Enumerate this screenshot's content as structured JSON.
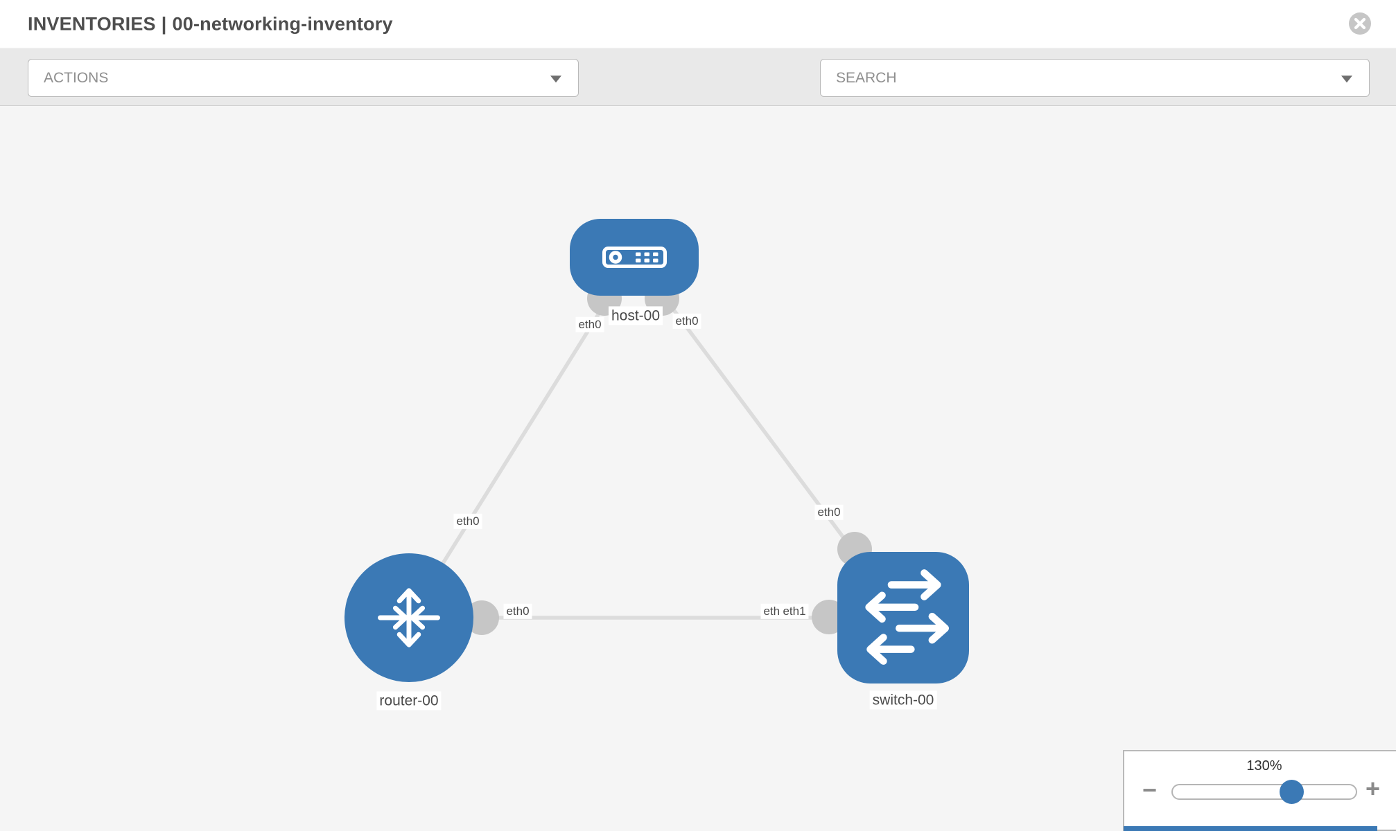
{
  "header": {
    "section": "INVENTORIES",
    "separator": "|",
    "inventory_name": "00-networking-inventory"
  },
  "toolbar": {
    "actions": {
      "value": "ACTIONS"
    },
    "search": {
      "value": "SEARCH"
    },
    "icons": [
      "wrench-icon",
      "key-icon"
    ]
  },
  "diagram": {
    "nodes": [
      {
        "label": "host-00",
        "type": "host"
      },
      {
        "label": "router-00",
        "type": "router"
      },
      {
        "label": "switch-00",
        "type": "switch"
      }
    ],
    "links": [
      {
        "from": "host-00",
        "from_interface": "eth0",
        "to": "router-00",
        "to_interface": "eth0"
      },
      {
        "from": "host-00",
        "from_interface": "eth0",
        "to": "switch-00",
        "to_interface": "eth0"
      },
      {
        "from": "router-00",
        "from_interface": "eth0",
        "to": "switch-00",
        "to_interface": "eth1",
        "to_interface_overlapped": "eth0"
      }
    ],
    "colors": {
      "node_blue": "#3b79b5",
      "edge_gray": "#dcdcdc",
      "port_gray": "#c6c6c6",
      "canvas_bg": "#f5f5f5"
    }
  },
  "zoom": {
    "level": "130%",
    "minus": "−",
    "plus": "+"
  }
}
